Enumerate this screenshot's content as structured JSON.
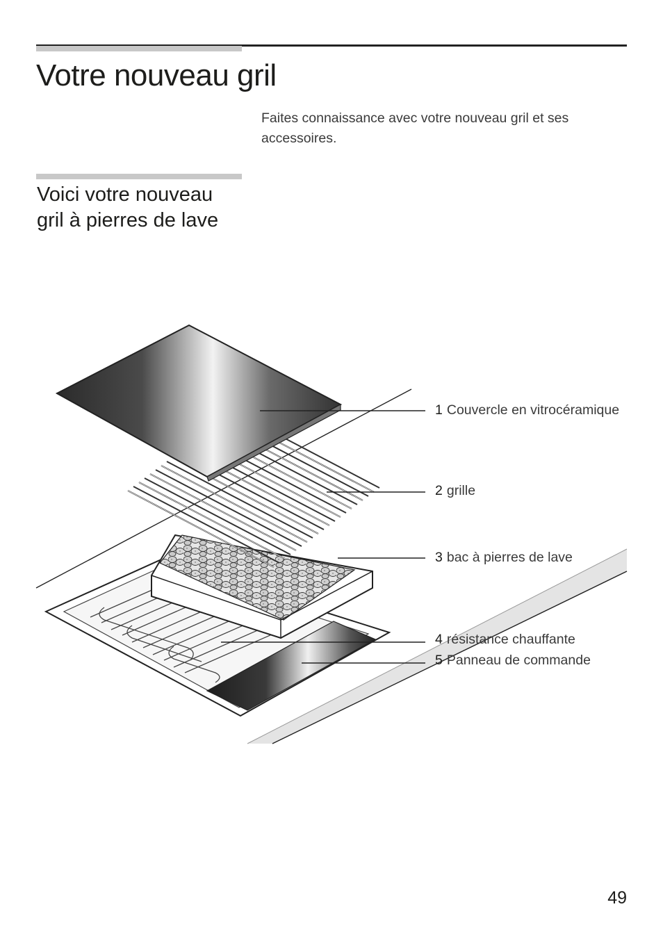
{
  "title": "Votre nouveau gril",
  "intro": "Faites connaissance avec votre nouveau gril et  ses accessoires.",
  "section_title_line1": "Voici votre nouveau",
  "section_title_line2": "gril à pierres de lave",
  "labels": [
    {
      "num": "1",
      "text": "Couvercle en vitrocéramique"
    },
    {
      "num": "2",
      "text": "grille"
    },
    {
      "num": "3",
      "text": "bac à pierres de lave"
    },
    {
      "num": "4",
      "text": "résistance chauffante"
    },
    {
      "num": "5",
      "text": "Panneau de commande"
    }
  ],
  "page_number": "49"
}
